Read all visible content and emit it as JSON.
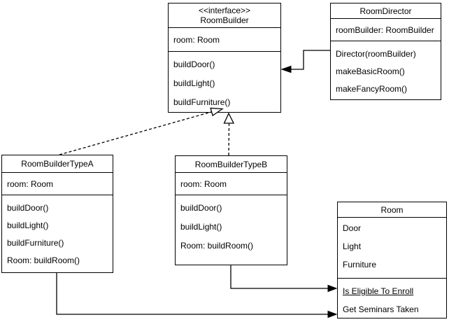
{
  "diagram": {
    "title": "Builder pattern UML class diagram",
    "colors": {
      "stroke": "#000000",
      "box_fill": "#ffffff",
      "background": "#ffffff"
    },
    "classes": {
      "room_builder": {
        "stereotype": "<<interface>>",
        "title": "RoomBuilder",
        "attributes": [
          "room: Room"
        ],
        "methods": [
          "buildDoor()",
          "buildLight()",
          "buildFurniture()"
        ]
      },
      "room_director": {
        "title": "RoomDirector",
        "attributes": [
          "roomBuilder: RoomBuilder"
        ],
        "methods": [
          "Director(roomBuilder)",
          "makeBasicRoom()",
          "makeFancyRoom()"
        ]
      },
      "room_builder_type_a": {
        "title": "RoomBuilderTypeA",
        "attributes": [
          "room: Room"
        ],
        "methods": [
          "buildDoor()",
          "buildLight()",
          "buildFurniture()",
          "Room: buildRoom()"
        ]
      },
      "room_builder_type_b": {
        "title": "RoomBuilderTypeB",
        "attributes": [
          "room: Room"
        ],
        "methods": [
          "buildDoor()",
          "buildLight()",
          "Room: buildRoom()"
        ]
      },
      "room": {
        "title": "Room",
        "attributes": [
          "Door",
          "Light",
          "Furniture"
        ],
        "methods": [
          "Is Eligible To Enroll",
          "Get Seminars Taken"
        ]
      }
    },
    "relationships": [
      {
        "from": "RoomDirector",
        "to": "RoomBuilder",
        "type": "directed-association"
      },
      {
        "from": "RoomBuilderTypeA",
        "to": "RoomBuilder",
        "type": "realization"
      },
      {
        "from": "RoomBuilderTypeB",
        "to": "RoomBuilder",
        "type": "realization"
      },
      {
        "from": "RoomBuilderTypeB",
        "to": "Room",
        "type": "directed-association"
      },
      {
        "from": "RoomBuilderTypeA",
        "to": "Room",
        "type": "directed-association"
      }
    ]
  }
}
